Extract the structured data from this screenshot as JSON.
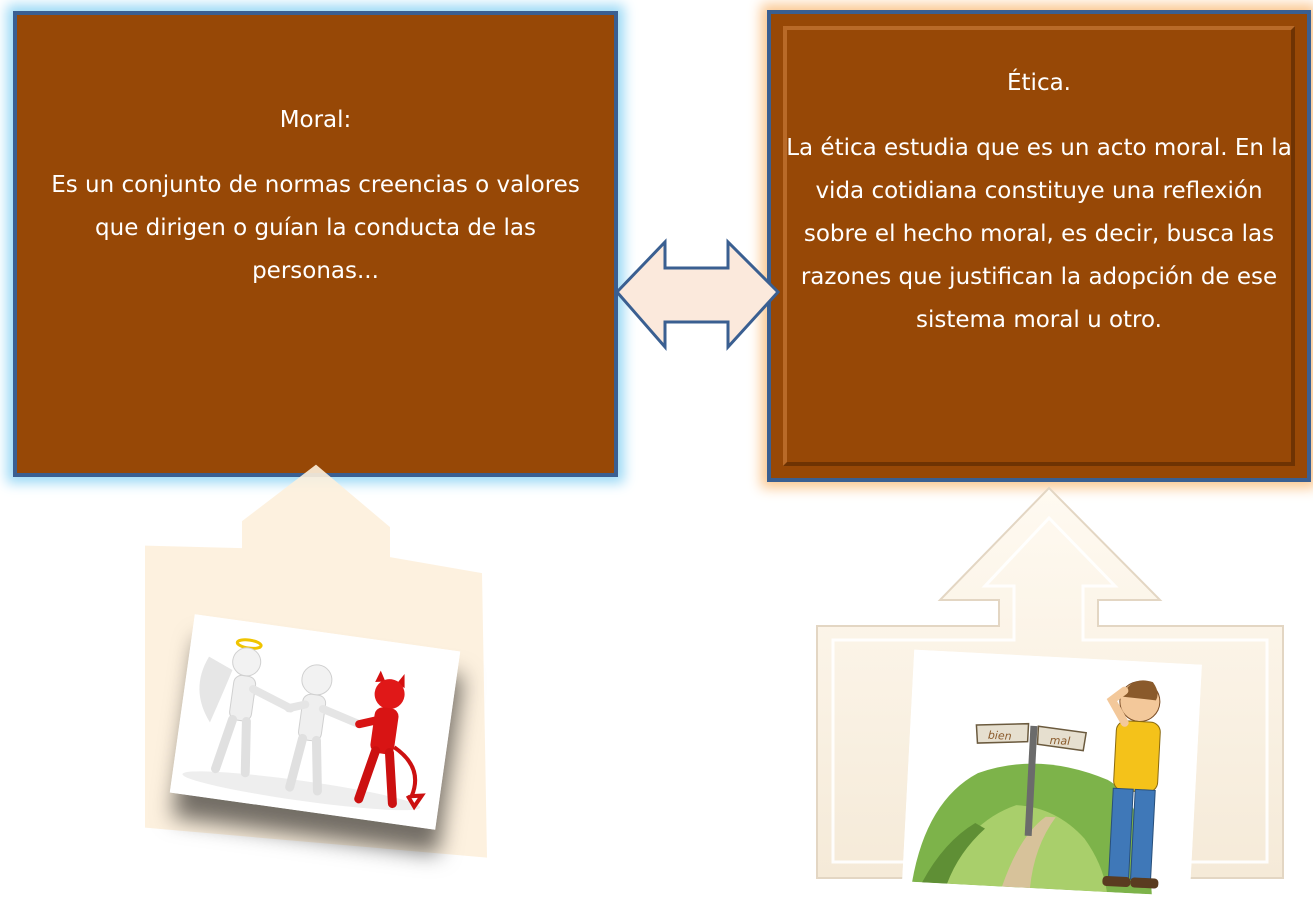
{
  "moral": {
    "title": "Moral:",
    "text": "Es un conjunto de normas creencias o valores que dirigen o guían la conducta de las personas..."
  },
  "etica": {
    "title": "Ética.",
    "text": "La ética estudia que es un acto moral. En la vida cotidiana constituye una reflexión sobre el hecho moral, es decir, busca las razones que justifican la adopción de ese sistema moral u otro."
  },
  "signpost": {
    "left": "bien",
    "right": "mal"
  },
  "colors": {
    "box_fill": "#974806",
    "box_border": "#3a5f91",
    "glow_left": "#9ad9f6",
    "glow_right": "#fbc891",
    "arrow_fill": "#fbe9dc",
    "callout_fill": "#fdf0dc"
  }
}
